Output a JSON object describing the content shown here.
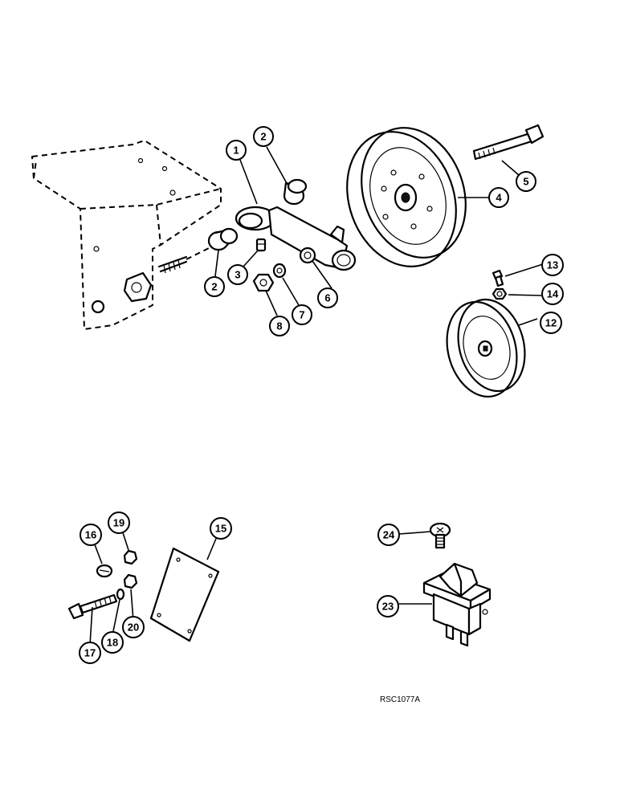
{
  "callouts": [
    {
      "id": "c1",
      "label": "1"
    },
    {
      "id": "c2a",
      "label": "2"
    },
    {
      "id": "c2b",
      "label": "2"
    },
    {
      "id": "c3",
      "label": "3"
    },
    {
      "id": "c4",
      "label": "4"
    },
    {
      "id": "c5",
      "label": "5"
    },
    {
      "id": "c6",
      "label": "6"
    },
    {
      "id": "c7",
      "label": "7"
    },
    {
      "id": "c8",
      "label": "8"
    },
    {
      "id": "c12",
      "label": "12"
    },
    {
      "id": "c13",
      "label": "13"
    },
    {
      "id": "c14",
      "label": "14"
    },
    {
      "id": "c15",
      "label": "15"
    },
    {
      "id": "c16",
      "label": "16"
    },
    {
      "id": "c17",
      "label": "17"
    },
    {
      "id": "c18",
      "label": "18"
    },
    {
      "id": "c19",
      "label": "19"
    },
    {
      "id": "c20",
      "label": "20"
    },
    {
      "id": "c23",
      "label": "23"
    },
    {
      "id": "c24",
      "label": "24"
    }
  ],
  "reference_code": "RSC1077A"
}
